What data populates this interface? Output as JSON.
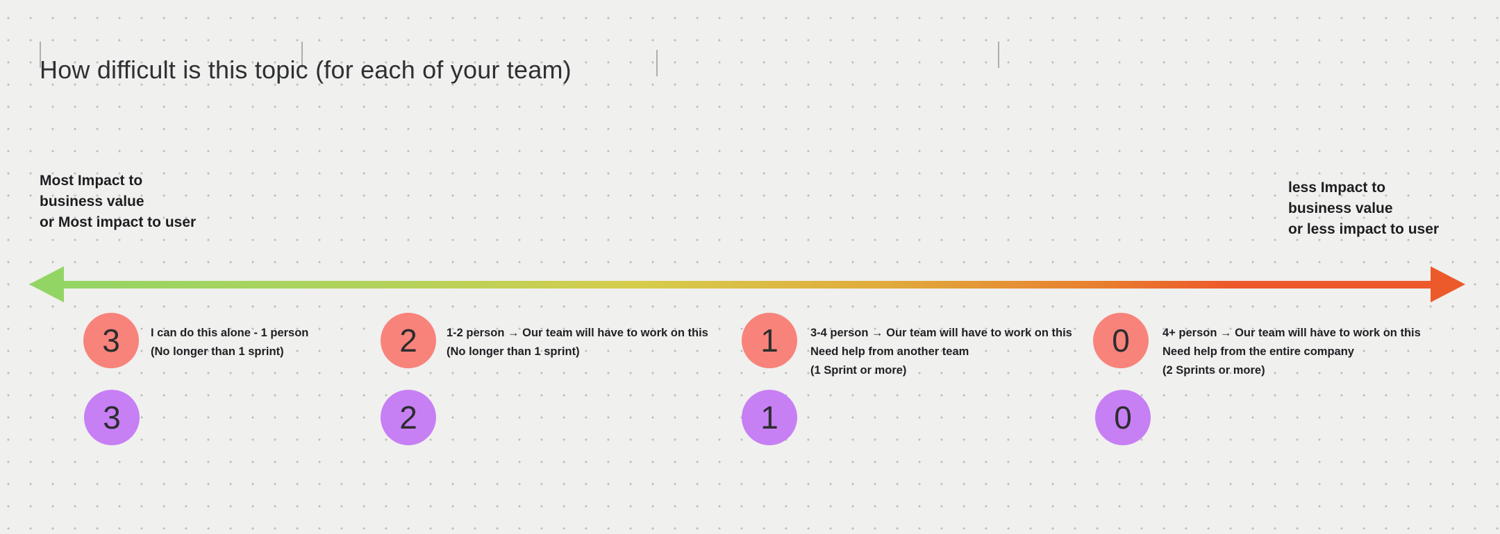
{
  "board": {
    "title": "How difficult is this topic (for each of your team)"
  },
  "axis": {
    "left_label_lines": [
      "Most Impact to",
      "business value",
      "or Most impact to user"
    ],
    "right_label_lines": [
      "less Impact to",
      "business value",
      "or less impact to user"
    ],
    "gradient_start_color": "#93D564",
    "gradient_end_color": "#EC5A2B"
  },
  "levels": [
    {
      "score": "3",
      "vote": "3",
      "description_lines": [
        "I can do this alone - 1 person",
        "(No longer than 1 sprint)"
      ]
    },
    {
      "score": "2",
      "vote": "2",
      "description_lines": [
        "1-2 person → Our team will have to work on this",
        "(No longer than 1 sprint)"
      ]
    },
    {
      "score": "1",
      "vote": "1",
      "description_lines": [
        "3-4 person → Our team will have to work on this",
        "Need help from another team",
        "(1 Sprint or more)"
      ]
    },
    {
      "score": "0",
      "vote": "0",
      "description_lines": [
        "4+ person → Our team will have to work on this",
        "Need help from the entire company",
        "(2 Sprints or more)"
      ]
    }
  ],
  "colors": {
    "score_circle": "#F8837B",
    "vote_circle": "#C77FF4",
    "text": "#1F2023",
    "background": "#F0F0EE"
  }
}
